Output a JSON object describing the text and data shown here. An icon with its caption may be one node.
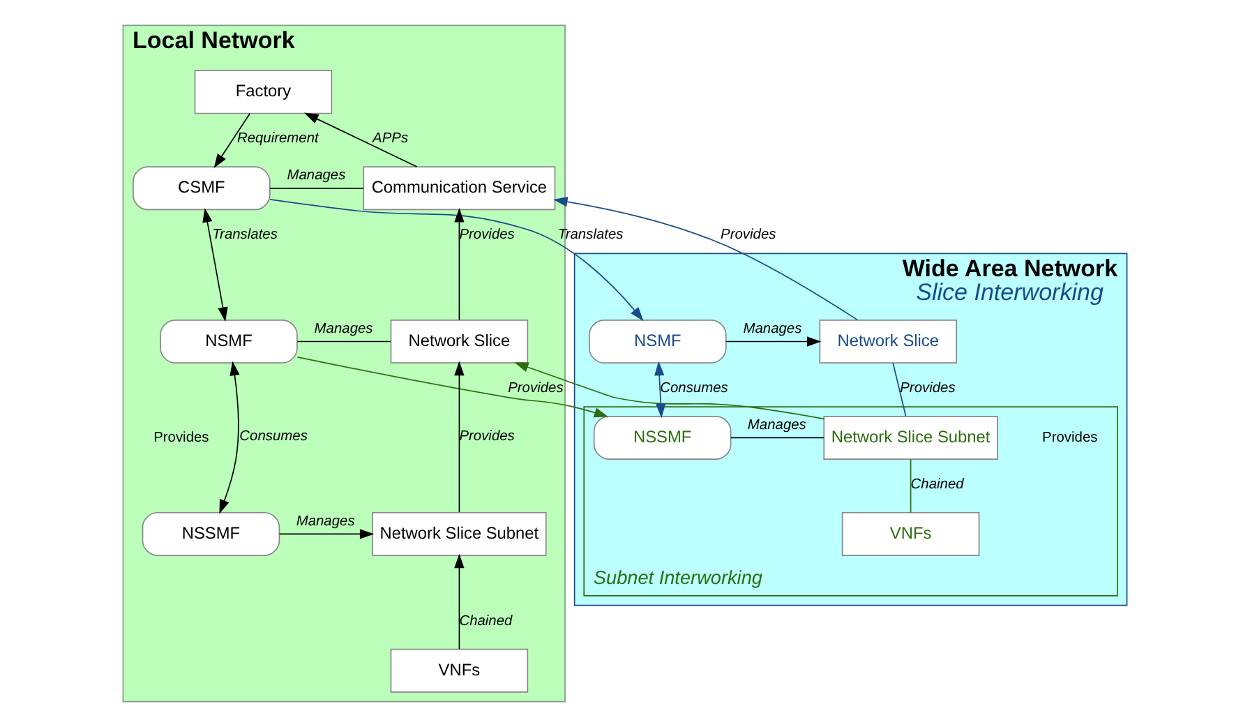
{
  "diagram": {
    "nodes": [
      {
        "text": [
          "Local Network"
        ]
      },
      {
        "text": [
          "Factory"
        ],
        "in": 0
      },
      {
        "text": [
          "CSMF"
        ],
        "in": 0
      },
      {
        "text": [
          "Communication Service"
        ],
        "in": 0
      },
      {
        "text": [
          "NSMF"
        ],
        "in": 0
      },
      {
        "text": [
          "Network Slice"
        ],
        "in": 0
      },
      {
        "text": [
          "NSSMF"
        ],
        "in": 0
      },
      {
        "text": [
          "Network Slice Subnet"
        ],
        "in": 0
      },
      {
        "text": [
          "VNFs"
        ],
        "in": 0
      },
      {
        "text": [
          "Wide Area Network",
          "Slice Interworking"
        ]
      },
      {
        "text": [
          "NSMF"
        ],
        "in": 9
      },
      {
        "text": [
          "Network Slice"
        ],
        "in": 9
      },
      {
        "text": [
          "Subnet Interworking"
        ],
        "in": 9
      },
      {
        "text": [
          "NSSMF"
        ],
        "in": 12
      },
      {
        "text": [
          "Network Slice Subnet"
        ],
        "in": 12
      },
      {
        "text": [
          "VNFs"
        ],
        "in": 12
      }
    ],
    "edges": [
      {
        "from": 1,
        "to": 2,
        "arrow": "to",
        "label": "Requirement"
      },
      {
        "from": 3,
        "to": 1,
        "arrow": "to",
        "label": "APPs"
      },
      {
        "from": 2,
        "to": 3,
        "arrow": "none",
        "label": "Manages"
      },
      {
        "from": 2,
        "to": 4,
        "arrow": "both",
        "label": "Translates"
      },
      {
        "from": 5,
        "to": 3,
        "arrow": "to",
        "label": "Provides"
      },
      {
        "from": 4,
        "to": 5,
        "arrow": "none",
        "label": "Manages"
      },
      {
        "from": 4,
        "to": 6,
        "arrow": "both",
        "label": "Consumes"
      },
      {
        "from": 6,
        "to": 7,
        "arrow": "to",
        "label": "Manages"
      },
      {
        "from": 7,
        "to": 5,
        "arrow": "to",
        "label": "Provides"
      },
      {
        "from": 8,
        "to": 7,
        "arrow": "to",
        "label": "Chained"
      },
      {
        "from": 2,
        "to": 10,
        "arrow": "to",
        "label": "Translates",
        "color": "#1a4a8a"
      },
      {
        "from": 10,
        "to": 11,
        "arrow": "to",
        "label": "Manages"
      },
      {
        "from": 11,
        "to": 3,
        "arrow": "to",
        "label": "Provides",
        "color": "#1a4a8a"
      },
      {
        "from": 10,
        "to": 13,
        "arrow": "both",
        "label": "Consumes",
        "color": "#1a4a8a"
      },
      {
        "from": 4,
        "to": 13,
        "arrow": "to",
        "label": "Provides",
        "color": "#2e6e12"
      },
      {
        "from": 11,
        "to": 14,
        "arrow": "none",
        "label": "Provides",
        "color": "#1a4a8a"
      },
      {
        "from": 14,
        "to": 5,
        "arrow": "to",
        "color": "#2e6e12"
      },
      {
        "from": 13,
        "to": 14,
        "arrow": "none",
        "label": "Manages"
      },
      {
        "from": 14,
        "to": 15,
        "arrow": "none",
        "label": "Chained",
        "color": "#2e6e12"
      }
    ],
    "labels": [
      "Provides",
      "Provides"
    ]
  }
}
